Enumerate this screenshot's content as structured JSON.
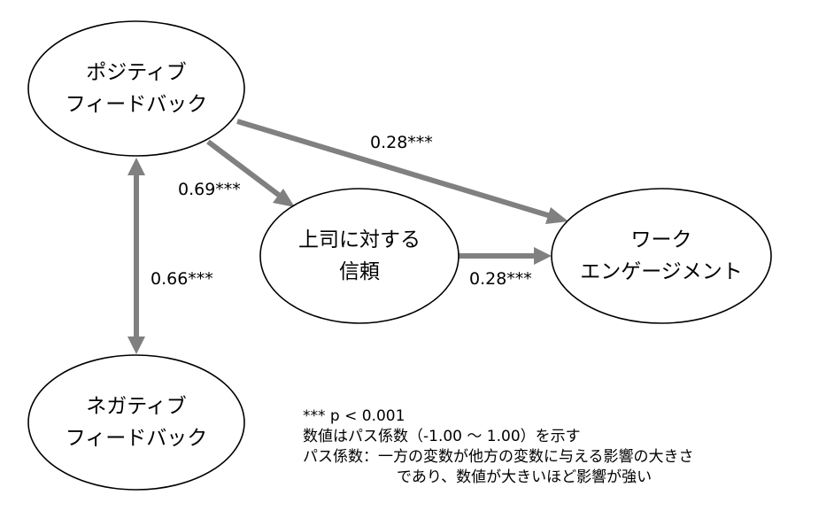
{
  "nodes": {
    "positive_feedback": {
      "line1": "ポジティブ",
      "line2": "フィードバック"
    },
    "negative_feedback": {
      "line1": "ネガティブ",
      "line2": "フィードバック"
    },
    "supervisor_trust": {
      "line1": "上司に対する",
      "line2": "信頼"
    },
    "work_engagement": {
      "line1": "ワーク",
      "line2": "エンゲージメント"
    }
  },
  "edges": {
    "pos_to_trust": "0.69***",
    "pos_to_engagement": "0.28***",
    "trust_to_engagement": "0.28***",
    "pos_neg_correlation": "0.66***"
  },
  "notes": {
    "significance": "*** p < 0.001",
    "line2": "数値はパス係数（-1.00 ～ 1.00）を示す",
    "line3": "パス係数：一方の変数が他方の変数に与える影響の大きさ",
    "line4": "であり、数値が大きいほど影響が強い"
  },
  "colors": {
    "arrow": "#808080",
    "node_stroke": "#000000"
  }
}
